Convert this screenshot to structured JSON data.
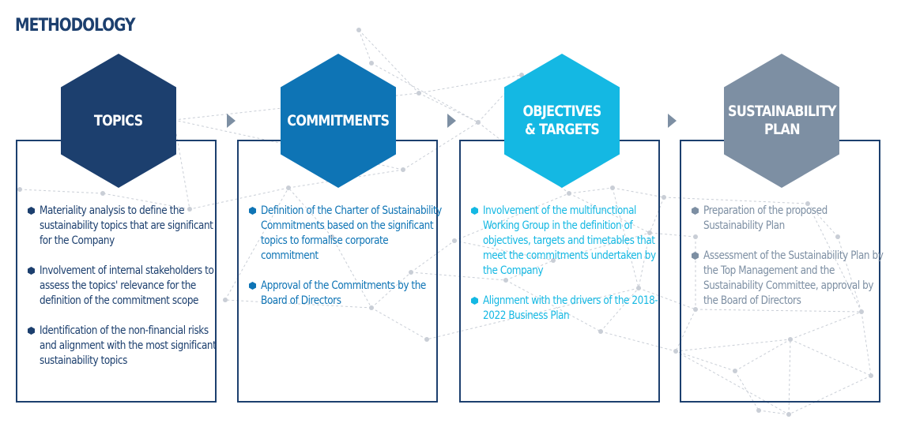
{
  "title": "METHODOLOGY",
  "colors": {
    "border": "#1c3f6e",
    "arrow": "#7d8fa3",
    "network": "#c9ced6"
  },
  "steps": [
    {
      "label": "TOPICS",
      "color": "#1c3f6e",
      "text_color": "#1c3f6e",
      "bullets": [
        "Materiality analysis to define the sustainability topics that are significant for the Company",
        "Involvement of internal stakeholders to assess the topics' relevance for the definition of the commitment scope",
        "Identification of the non-financial risks and alignment with the most significant sustainability topics"
      ]
    },
    {
      "label": "COMMITMENTS",
      "color": "#0e74b5",
      "text_color": "#0e74b5",
      "bullets": [
        "Definition of the Charter of Sustainability Commitments based on the significant topics to formalise corporate commitment",
        "Approval of the Commitments by the Board of Directors"
      ]
    },
    {
      "label": "OBJECTIVES\n& TARGETS",
      "color": "#14b8e3",
      "text_color": "#14b8e3",
      "bullets": [
        "Involvement of the multifunctional Working Group in the definition of objectives, targets and timetables that meet the commitments undertaken by the Company",
        "Alignment with the drivers of the 2018-2022 Business Plan"
      ]
    },
    {
      "label": "SUSTAINABILITY\nPLAN",
      "color": "#7d8fa3",
      "text_color": "#7d8fa3",
      "bullets": [
        "Preparation of the proposed Sustainability Plan",
        "Assessment of the Sustainability Plan by the Top Management and the Sustainability Committee, approval by the Board of Directors"
      ]
    }
  ]
}
